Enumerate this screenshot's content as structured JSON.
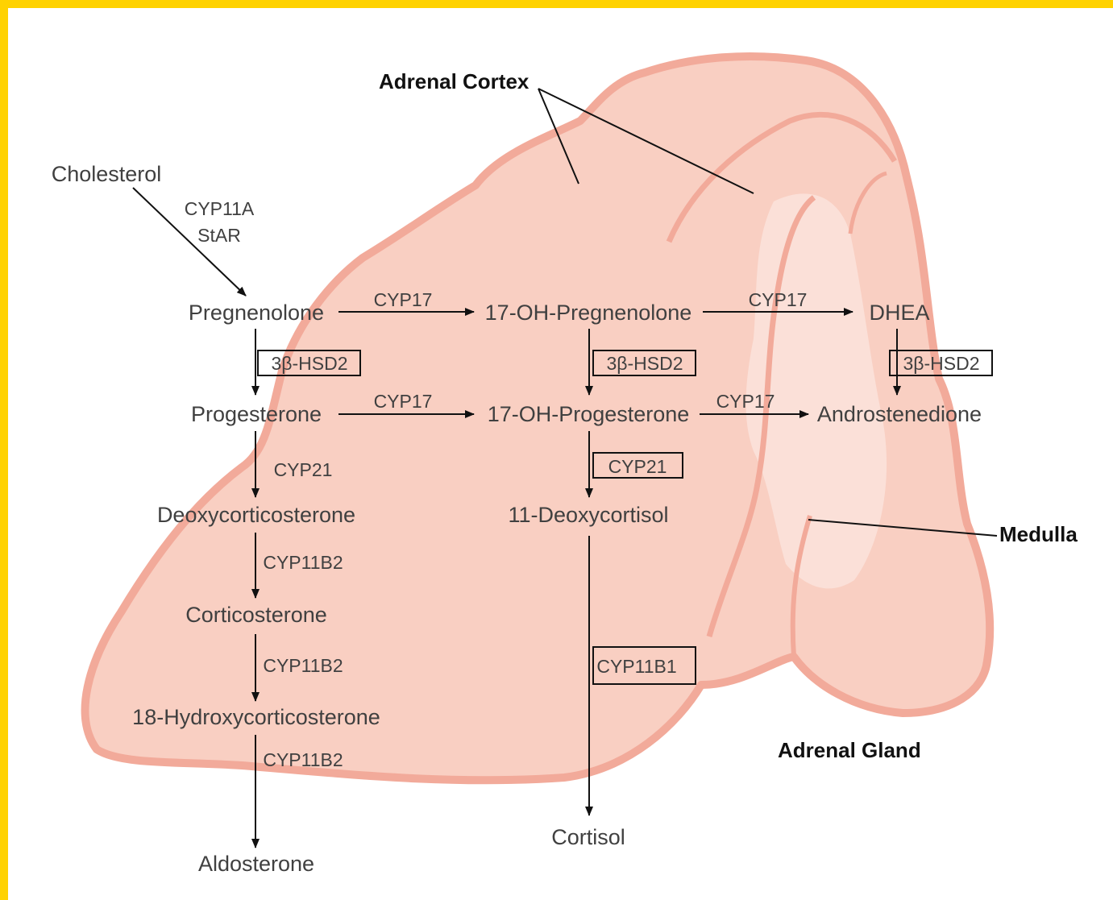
{
  "labels": {
    "adrenal_cortex": "Adrenal Cortex",
    "medulla": "Medulla",
    "adrenal_gland": "Adrenal Gland"
  },
  "metabolites": {
    "cholesterol": "Cholesterol",
    "pregnenolone": "Pregnenolone",
    "oh17_pregnenolone": "17-OH-Pregnenolone",
    "dhea": "DHEA",
    "progesterone": "Progesterone",
    "oh17_progesterone": "17-OH-Progesterone",
    "androstenedione": "Androstenedione",
    "deoxycorticosterone": "Deoxycorticosterone",
    "deoxycortisol": "11-Deoxycortisol",
    "corticosterone": "Corticosterone",
    "hydroxycorticosterone": "18-Hydroxycorticosterone",
    "aldosterone": "Aldosterone",
    "cortisol": "Cortisol"
  },
  "enzymes": {
    "cyp11a": "CYP11A",
    "star": "StAR",
    "cyp17_1": "CYP17",
    "cyp17_2": "CYP17",
    "cyp17_3": "CYP17",
    "cyp17_4": "CYP17",
    "hsd_1": "3β-HSD2",
    "hsd_2": "3β-HSD2",
    "hsd_3": "3β-HSD2",
    "cyp21_1": "CYP21",
    "cyp21_2": "CYP21",
    "cyp11b2_1": "CYP11B2",
    "cyp11b2_2": "CYP11B2",
    "cyp11b2_3": "CYP11B2",
    "cyp11b1": "CYP11B1"
  },
  "colors": {
    "frame": "#ffd200",
    "gland_fill": "#f9cfc2",
    "gland_stroke": "#f2aa9a",
    "medulla_fill": "#fbe0d8"
  }
}
